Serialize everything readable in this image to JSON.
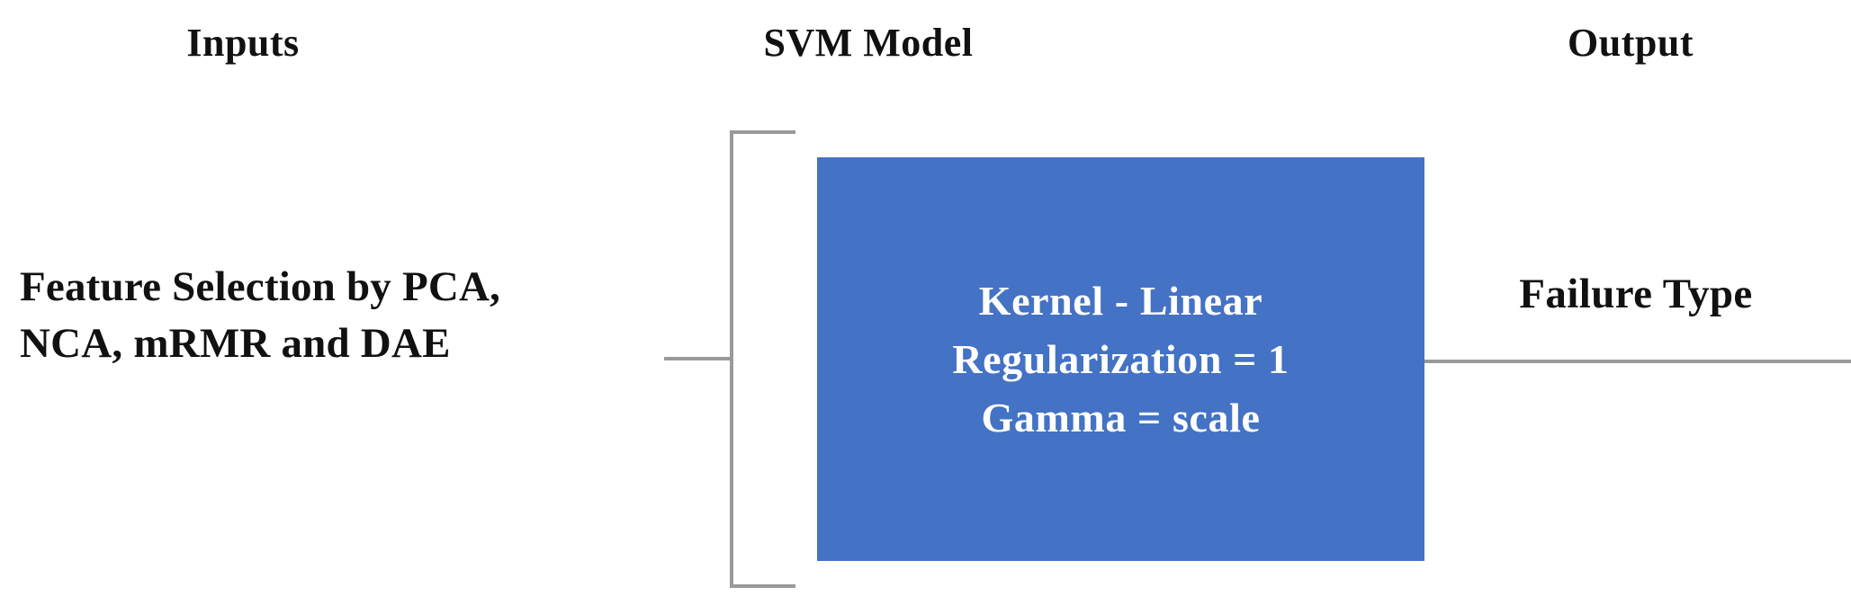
{
  "diagram": {
    "title": "SVM Model Pipeline",
    "background_color": "#FFFFFF",
    "headers": {
      "inputs": "Inputs",
      "model": "SVM Model",
      "output": "Output"
    },
    "inputs": {
      "lines": [
        "Feature Selection by PCA,",
        "NCA, mRMR and DAE"
      ],
      "full_text": "Feature Selection by PCA, NCA, mRMR and DAE"
    },
    "model_box": {
      "fill_color": "#4472C4",
      "text_color": "#FFFFFF",
      "lines": [
        "Kernel - Linear",
        "Regularization = 1",
        "Gamma = scale"
      ],
      "parameters": [
        {
          "name": "Kernel",
          "value": "Linear"
        },
        {
          "name": "Regularization",
          "value": "1"
        },
        {
          "name": "Gamma",
          "value": "scale"
        }
      ]
    },
    "output": {
      "label": "Failure Type"
    },
    "connectors": {
      "bracket_color": "#9A9A9A",
      "line_color": "#9A9A9A",
      "bracket_name": "left-brace",
      "arrow_name": "output-connector-line"
    }
  }
}
